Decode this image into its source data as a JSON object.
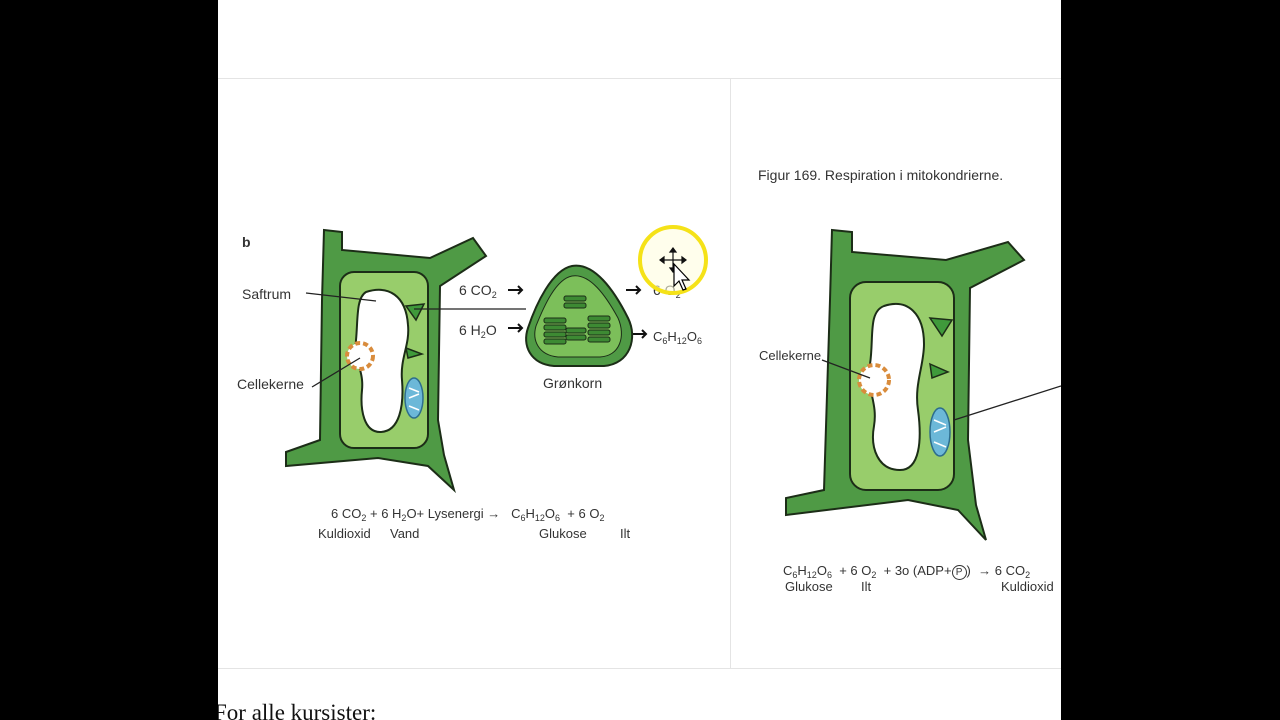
{
  "left_figure": {
    "panel_letter": "b",
    "labels": {
      "saftrum": "Saftrum",
      "cellekerne": "Cellekerne",
      "gronkorn": "Grønkorn"
    },
    "inputs": {
      "co2": "6 CO",
      "h2o": "6 H",
      "h2o_o": "O"
    },
    "outputs": {
      "o2": "6 O",
      "glucose": "C"
    },
    "equation": {
      "co2": "6 CO",
      "h2o": "+ 6 H",
      "h2o_tail": "O+ Lysenergi",
      "arrow": "→",
      "glucose": "C",
      "glucose_h": "H",
      "glucose_o": "O",
      "o2": "+ 6 O",
      "under_kuldioxid": "Kuldioxid",
      "under_vand": "Vand",
      "under_glukose": "Glukose",
      "under_ilt": "Ilt"
    }
  },
  "right_figure": {
    "caption": "Figur 169. Respiration i mitokondrierne.",
    "labels": {
      "cellekerne": "Cellekerne"
    },
    "equation": {
      "glucose": "C",
      "glucose_h": "H",
      "glucose_o": "O",
      "o2": "+ 6 O",
      "atp": "+ 3o (ADP+",
      "p": "P",
      "close": ")",
      "arrow": "→",
      "co2": "6 CO",
      "under_glukose": "Glukose",
      "under_ilt": "Ilt",
      "under_kuldioxid": "Kuldioxid"
    }
  },
  "subscripts": {
    "two": "2",
    "six": "6",
    "twelve": "12"
  },
  "footer": "For alle kursister:",
  "colors": {
    "cell_wall": "#4f9a45",
    "cytoplasm": "#98cd6b",
    "chloroplast": "#3f9a3b",
    "mitochondrion": "#6cb8d8",
    "nucleus": "#d98c3c",
    "cursor_ring": "#f5e218"
  }
}
